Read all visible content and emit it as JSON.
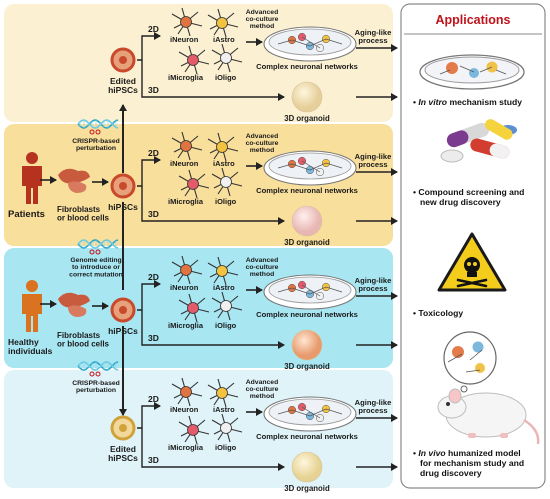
{
  "colors": {
    "band_top": "#fbf1d2",
    "band_patients": "#f9df9c",
    "band_healthy": "#a8e6f2",
    "band_bottom": "#dff3f9",
    "panel_border": "#8a8a8a",
    "heading": "#c0121a",
    "person_red": "#b5331e",
    "person_orange": "#d9731f",
    "cell_outer": "#c8492b",
    "cell_inner": "#e6a07a",
    "arrow": "#222222"
  },
  "icons": [
    "dna-icon",
    "scissors-icon",
    "person-icon",
    "fibroblast-icon",
    "stem-cell-icon",
    "neuron-icon",
    "astrocyte-icon",
    "microglia-icon",
    "oligodendrocyte-icon",
    "petri-dish-icon",
    "organoid-icon",
    "pills-icon",
    "hazard-icon",
    "mouse-icon"
  ],
  "rows": [
    {
      "stem_label": "Edited\nhiPSCs",
      "label_2d": "2D",
      "label_3d": "3D",
      "ineuron": "iNeuron",
      "iastro": "iAstro",
      "imicroglia": "iMicroglia",
      "ioligo": "iOligo",
      "coculture": "Advanced\nco-culture\nmethod",
      "networks": "Complex neuronal networks",
      "aging": "Aging-like\nprocess",
      "organoid": "3D organoid"
    },
    {
      "stem_label": "hiPSCs",
      "label_2d": "2D",
      "label_3d": "3D",
      "ineuron": "iNeuron",
      "iastro": "iAstro",
      "imicroglia": "iMicroglia",
      "ioligo": "iOligo",
      "coculture": "Advanced\nco-culture\nmethod",
      "networks": "Complex neuronal networks",
      "aging": "Aging-like\nprocess",
      "organoid": "3D organoid"
    },
    {
      "stem_label": "hiPSCs",
      "label_2d": "2D",
      "label_3d": "3D",
      "ineuron": "iNeuron",
      "iastro": "iAstro",
      "imicroglia": "iMicroglia",
      "ioligo": "iOligo",
      "coculture": "Advanced\nco-culture\nmethod",
      "networks": "Complex neuronal networks",
      "aging": "Aging-like\nprocess",
      "organoid": "3D organoid"
    },
    {
      "stem_label": "Edited\nhiPSCs",
      "label_2d": "2D",
      "label_3d": "3D",
      "ineuron": "iNeuron",
      "iastro": "iAstro",
      "imicroglia": "iMicroglia",
      "ioligo": "iOligo",
      "coculture": "Advanced\nco-culture\nmethod",
      "networks": "Complex neuronal networks",
      "aging": "Aging-like\nprocess",
      "organoid": "3D organoid"
    }
  ],
  "sources": {
    "patients": "Patients",
    "healthy": "Healthy\nindividuals",
    "fibroblasts": "Fibroblasts\nor blood cells"
  },
  "edits": {
    "crispr_top": "CRISPR-based\nperturbation",
    "genome": "Genome editing\nto introduce or\ncorrect mutation",
    "crispr_bottom": "CRISPR-based\nperturbation"
  },
  "applications": {
    "heading": "Applications",
    "items": [
      {
        "prefix": "In vitro",
        "text": " mechanism study"
      },
      {
        "prefix": "",
        "text": "Compound screening and\nnew drug discovery"
      },
      {
        "prefix": "",
        "text": "Toxicology"
      },
      {
        "prefix": "In vivo",
        "text": " humanized model\nfor mechanism study and\ndrug discovery"
      }
    ]
  }
}
